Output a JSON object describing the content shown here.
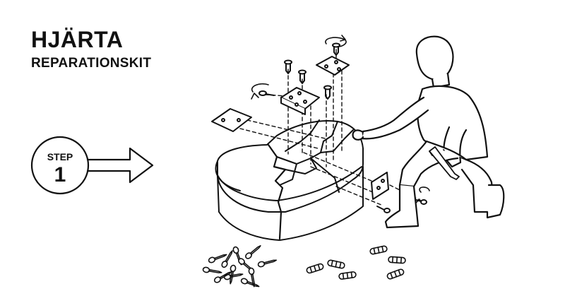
{
  "title": "HJÄRTA",
  "subtitle": "REPARATIONSKIT",
  "step": {
    "word": "STEP",
    "number": "1"
  },
  "colors": {
    "ink": "#111111",
    "paper": "#ffffff"
  },
  "icons": [
    "step-arrow-icon",
    "rotate-arrow-icon",
    "hex-key-icon",
    "screw-icon",
    "dowel-icon",
    "bracket-plate-icon"
  ]
}
